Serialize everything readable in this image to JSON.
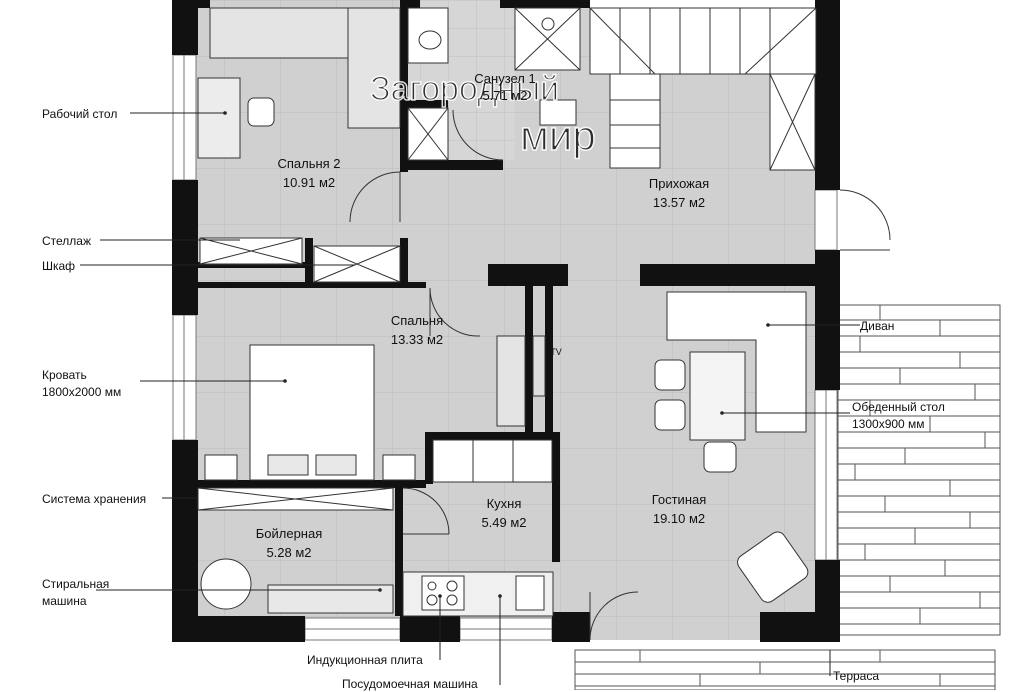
{
  "rooms": {
    "sanuzel": {
      "name": "Санузел 1",
      "area": "5.71 м2"
    },
    "spalnya2": {
      "name": "Спальня 2",
      "area": "10.91 м2"
    },
    "prihozhaya": {
      "name": "Прихожая",
      "area": "13.57 м2"
    },
    "spalnya": {
      "name": "Спальня",
      "area": "13.33 м2"
    },
    "kuhnya": {
      "name": "Кухня",
      "area": "5.49 м2"
    },
    "gostinaya": {
      "name": "Гостиная",
      "area": "19.10 м2"
    },
    "boilernaya": {
      "name": "Бойлерная",
      "area": "5.28 м2"
    }
  },
  "labels": {
    "rabochiy_stol": "Рабочий стол",
    "stellazh": "Стеллаж",
    "shkaf": "Шкаф",
    "krovat_1": "Кровать",
    "krovat_2": "1800х2000 мм",
    "sistema": "Система хранения",
    "stiralnaya_1": "Стиральная",
    "stiralnaya_2": "машина",
    "divan": "Диван",
    "obed_1": "Обеденный стол",
    "obed_2": "1300х900 мм",
    "plita": "Индукционная плита",
    "posuda": "Посудомоечная машина",
    "terrasa": "Терраса",
    "tv": "TV"
  },
  "watermark": {
    "line1": "Загородный",
    "line2": "мир"
  },
  "colors": {
    "wall": "#111111",
    "floor": "#d2d2d2",
    "tile": "#c6c6c6",
    "grid": "#bdbdbd",
    "terrace": "#ffffff"
  }
}
